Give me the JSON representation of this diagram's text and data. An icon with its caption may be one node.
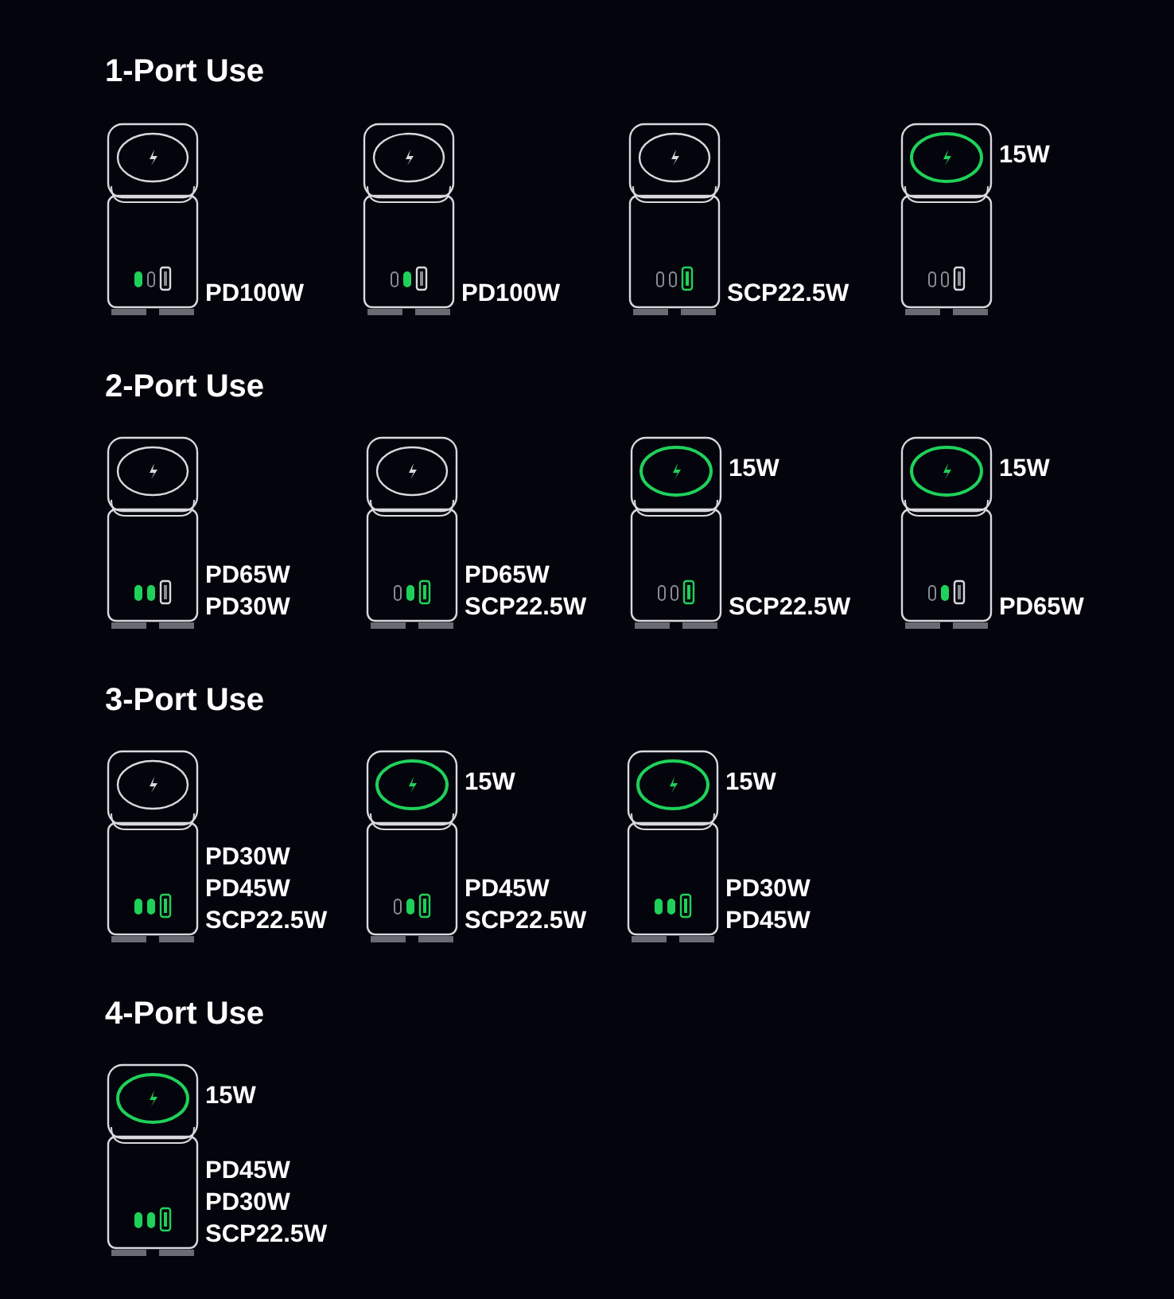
{
  "diagram": {
    "nodes": [
      {
        "text": [],
        "shape": "picture",
        "beside": [
          "PD100W"
        ]
      },
      {
        "text": [],
        "shape": "picture",
        "beside": [
          "PD100W"
        ]
      },
      {
        "text": [],
        "shape": "picture",
        "beside": [
          "SCP22.5W"
        ]
      },
      {
        "text": [],
        "shape": "picture",
        "beside": [
          "15W"
        ]
      },
      {
        "text": [],
        "shape": "picture",
        "beside": [
          "PD65W",
          "PD30W"
        ]
      },
      {
        "text": [],
        "shape": "picture",
        "beside": [
          "PD65W",
          "SCP22.5W"
        ]
      },
      {
        "text": [],
        "shape": "picture",
        "beside": [
          "15W",
          "SCP22.5W"
        ]
      },
      {
        "text": [],
        "shape": "picture",
        "beside": [
          "15W",
          "PD65W"
        ]
      },
      {
        "text": [],
        "shape": "picture",
        "beside": [
          "PD30W",
          "PD45W",
          "SCP22.5W"
        ]
      },
      {
        "text": [],
        "shape": "picture",
        "beside": [
          "15W",
          "PD45W",
          "SCP22.5W"
        ]
      },
      {
        "text": [],
        "shape": "picture",
        "beside": [
          "15W",
          "PD30W",
          "PD45W"
        ]
      },
      {
        "text": [],
        "shape": "picture",
        "beside": [
          "15W",
          "PD45W",
          "PD30W",
          "SCP22.5W"
        ]
      }
    ],
    "labels": [
      "1-Port Use",
      "2-Port Use",
      "3-Port Use",
      "4-Port Use"
    ]
  }
}
